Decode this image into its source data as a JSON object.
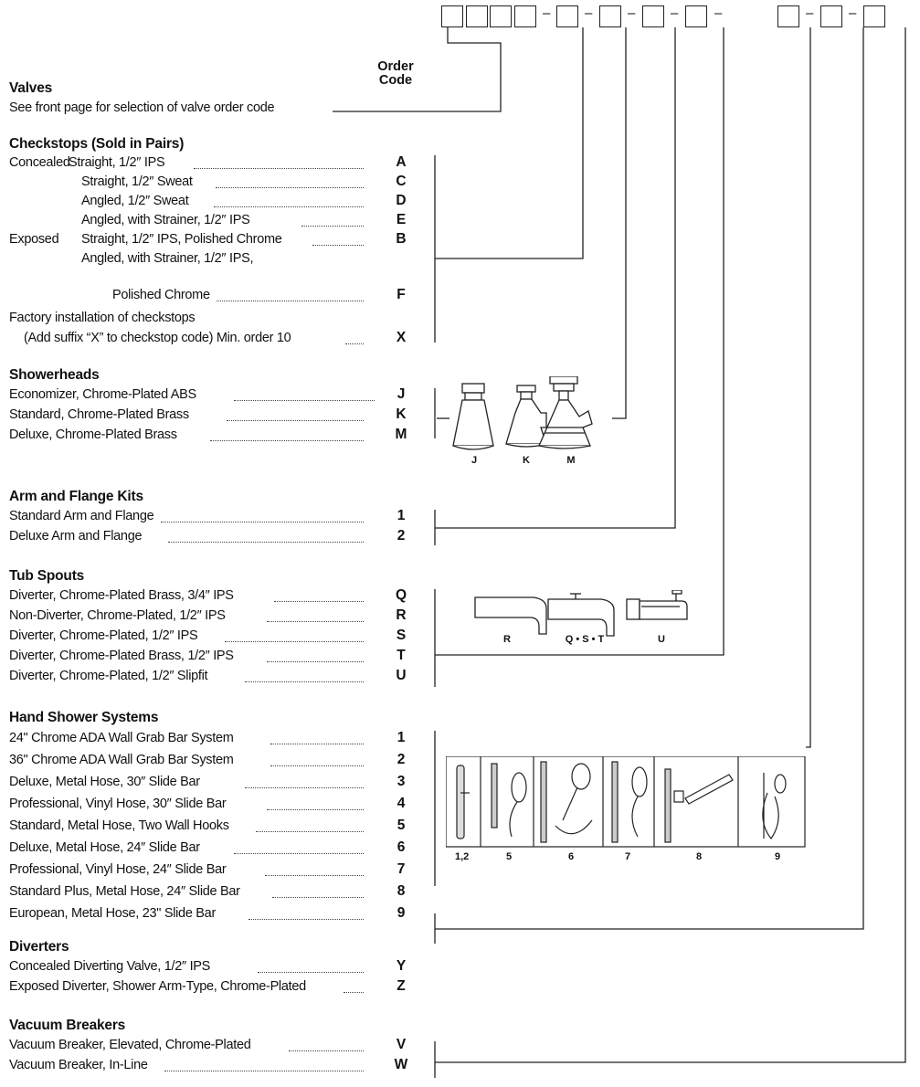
{
  "order_code_header": "Order Code",
  "dash": "–",
  "sections": {
    "valves": {
      "title": "Valves",
      "note": "See front page for selection of valve order code"
    },
    "checkstops": {
      "title": "Checkstops (Sold in Pairs)",
      "rows": [
        {
          "prefix": "Concealed",
          "label": "Straight, 1/2″ IPS",
          "code": "A"
        },
        {
          "prefix": "",
          "label": "Straight, 1/2″ Sweat",
          "code": "C"
        },
        {
          "prefix": "",
          "label": "Angled, 1/2″ Sweat",
          "code": "D"
        },
        {
          "prefix": "",
          "label": "Angled, with Strainer, 1/2″ IPS",
          "code": "E"
        },
        {
          "prefix": "Exposed",
          "label": "Straight, 1/2″ IPS, Polished Chrome",
          "code": "B"
        },
        {
          "prefix": "",
          "label": "Angled, with Strainer, 1/2″ IPS,",
          "code": ""
        },
        {
          "prefix": "",
          "label": "Polished Chrome",
          "code": "F"
        }
      ],
      "factory_line1": "Factory installation of checkstops",
      "factory_line2": "(Add suffix “X” to checkstop code) Min. order 10",
      "factory_code": "X"
    },
    "showerheads": {
      "title": "Showerheads",
      "rows": [
        {
          "label": "Economizer, Chrome-Plated ABS",
          "code": "J"
        },
        {
          "label": "Standard, Chrome-Plated Brass",
          "code": "K"
        },
        {
          "label": "Deluxe, Chrome-Plated Brass",
          "code": "M"
        }
      ],
      "captions": [
        "J",
        "K",
        "M"
      ]
    },
    "arm_flange": {
      "title": "Arm and Flange Kits",
      "rows": [
        {
          "label": "Standard Arm and Flange",
          "code": "1"
        },
        {
          "label": "Deluxe Arm and Flange",
          "code": "2"
        }
      ]
    },
    "tub_spouts": {
      "title": "Tub Spouts",
      "rows": [
        {
          "label": "Diverter, Chrome-Plated Brass, 3/4″ IPS",
          "code": "Q"
        },
        {
          "label": "Non-Diverter, Chrome-Plated, 1/2″ IPS",
          "code": "R"
        },
        {
          "label": "Diverter, Chrome-Plated, 1/2″ IPS",
          "code": "S"
        },
        {
          "label": "Diverter, Chrome-Plated Brass, 1/2″ IPS",
          "code": "T"
        },
        {
          "label": "Diverter, Chrome-Plated, 1/2″ Slipfit",
          "code": "U"
        }
      ],
      "captions": [
        "R",
        "Q • S • T",
        "U"
      ]
    },
    "hand_shower": {
      "title": "Hand Shower Systems",
      "rows": [
        {
          "label": "24\" Chrome ADA Wall Grab Bar System",
          "code": "1"
        },
        {
          "label": "36\" Chrome ADA Wall Grab Bar System",
          "code": "2"
        },
        {
          "label": "Deluxe, Metal Hose, 30″ Slide Bar",
          "code": "3"
        },
        {
          "label": "Professional, Vinyl Hose, 30″ Slide Bar",
          "code": "4"
        },
        {
          "label": "Standard, Metal Hose, Two Wall Hooks",
          "code": "5"
        },
        {
          "label": "Deluxe, Metal Hose, 24″ Slide Bar",
          "code": "6"
        },
        {
          "label": "Professional, Vinyl Hose, 24″ Slide Bar",
          "code": "7"
        },
        {
          "label": "Standard Plus, Metal Hose, 24″ Slide Bar",
          "code": "8"
        },
        {
          "label": "European, Metal Hose, 23\" Slide Bar",
          "code": "9"
        }
      ],
      "captions": [
        "1,2",
        "5",
        "6",
        "7",
        "8",
        "9"
      ]
    },
    "diverters": {
      "title": "Diverters",
      "rows": [
        {
          "label": "Concealed Diverting Valve, 1/2″  IPS",
          "code": "Y"
        },
        {
          "label": "Exposed Diverter, Shower Arm-Type, Chrome-Plated",
          "code": "Z"
        }
      ]
    },
    "vacuum_breakers": {
      "title": "Vacuum Breakers",
      "rows": [
        {
          "label": "Vacuum Breaker, Elevated, Chrome-Plated",
          "code": "V"
        },
        {
          "label": "Vacuum Breaker, In-Line",
          "code": "W"
        }
      ]
    }
  }
}
